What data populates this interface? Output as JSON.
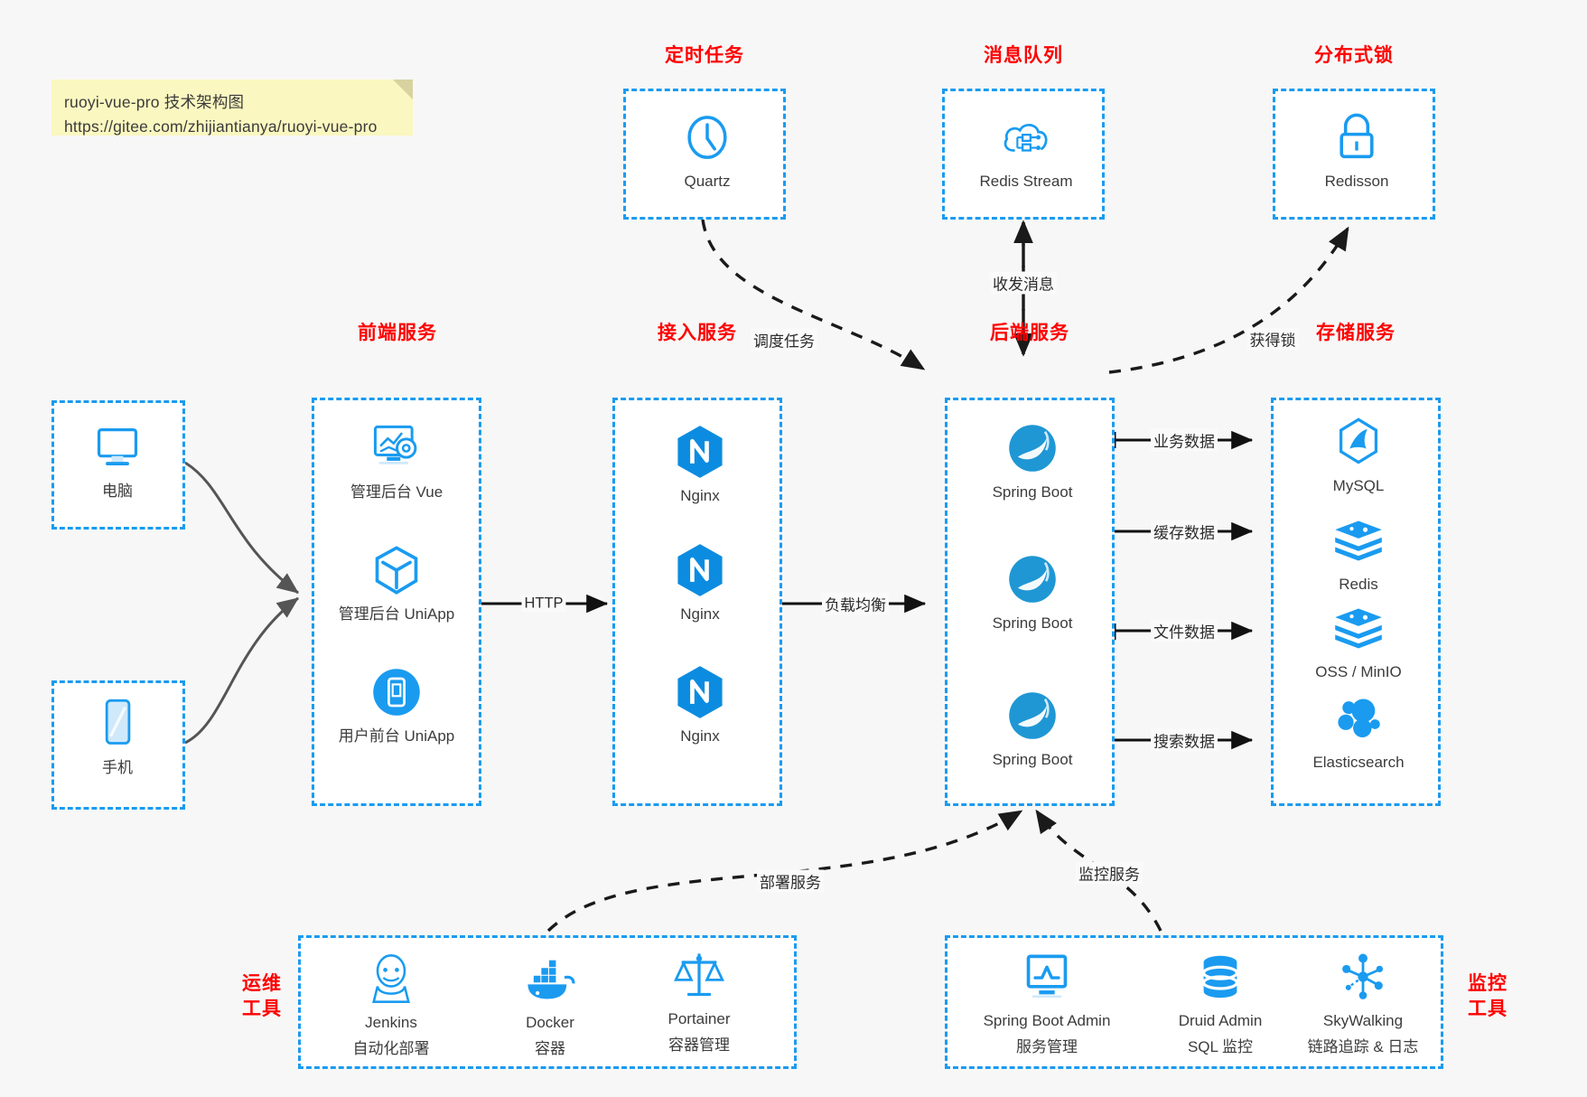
{
  "note": {
    "line1": "ruoyi-vue-pro 技术架构图",
    "line2": "https://gitee.com/zhijiantianya/ruoyi-vue-pro"
  },
  "colors": {
    "accent": "#1a9bf0",
    "title": "#ff0000",
    "text": "#3c3c3c",
    "note_bg": "#fbf7c0",
    "canvas": "#f7f7f7",
    "arrow": "#111111",
    "user_link": "#555555"
  },
  "groups": {
    "scheduler": {
      "title": "定时任务",
      "nodes": [
        {
          "icon": "clock-icon",
          "label": "Quartz"
        }
      ]
    },
    "mq": {
      "title": "消息队列",
      "nodes": [
        {
          "icon": "cloud-stream-icon",
          "label": "Redis Stream"
        }
      ]
    },
    "lock": {
      "title": "分布式锁",
      "nodes": [
        {
          "icon": "padlock-icon",
          "label": "Redisson"
        }
      ]
    },
    "clients": {
      "nodes": [
        {
          "icon": "desktop-icon",
          "label": "电脑"
        },
        {
          "icon": "mobile-phone-icon",
          "label": "手机"
        }
      ]
    },
    "frontend": {
      "title": "前端服务",
      "nodes": [
        {
          "icon": "dashboard-gear-icon",
          "label": "管理后台 Vue"
        },
        {
          "icon": "cube-icon",
          "label": "管理后台 UniApp"
        },
        {
          "icon": "phone-app-icon",
          "label": "用户前台 UniApp"
        }
      ]
    },
    "gateway": {
      "title": "接入服务",
      "nodes": [
        {
          "icon": "nginx-icon",
          "label": "Nginx"
        },
        {
          "icon": "nginx-icon",
          "label": "Nginx"
        },
        {
          "icon": "nginx-icon",
          "label": "Nginx"
        }
      ]
    },
    "backend": {
      "title": "后端服务",
      "nodes": [
        {
          "icon": "spring-boot-icon",
          "label": "Spring Boot"
        },
        {
          "icon": "spring-boot-icon",
          "label": "Spring Boot"
        },
        {
          "icon": "spring-boot-icon",
          "label": "Spring Boot"
        }
      ]
    },
    "storage": {
      "title": "存储服务",
      "nodes": [
        {
          "icon": "mysql-icon",
          "label": "MySQL"
        },
        {
          "icon": "redis-icon",
          "label": "Redis"
        },
        {
          "icon": "oss-icon",
          "label": "OSS / MinIO"
        },
        {
          "icon": "elasticsearch-icon",
          "label": "Elasticsearch"
        }
      ]
    },
    "devops": {
      "title": "运维\n工具",
      "title_line1": "运维",
      "title_line2": "工具",
      "nodes": [
        {
          "icon": "jenkins-icon",
          "label": "Jenkins",
          "sub": "自动化部署"
        },
        {
          "icon": "docker-icon",
          "label": "Docker",
          "sub": "容器"
        },
        {
          "icon": "portainer-icon",
          "label": "Portainer",
          "sub": "容器管理"
        }
      ]
    },
    "monitor": {
      "title_line1": "监控",
      "title_line2": "工具",
      "nodes": [
        {
          "icon": "monitor-chart-icon",
          "label": "Spring Boot Admin",
          "sub": "服务管理"
        },
        {
          "icon": "database-icon",
          "label": "Druid Admin",
          "sub": "SQL 监控"
        },
        {
          "icon": "skywalking-icon",
          "label": "SkyWalking",
          "sub": "链路追踪 & 日志"
        }
      ]
    }
  },
  "edges": {
    "http": "HTTP",
    "load_balance": "负载均衡",
    "schedule_task": "调度任务",
    "send_receive_message": "收发消息",
    "acquire_lock": "获得锁",
    "business_data": "业务数据",
    "cache_data": "缓存数据",
    "file_data": "文件数据",
    "search_data": "搜索数据",
    "deploy_service": "部署服务",
    "monitor_service": "监控服务"
  }
}
